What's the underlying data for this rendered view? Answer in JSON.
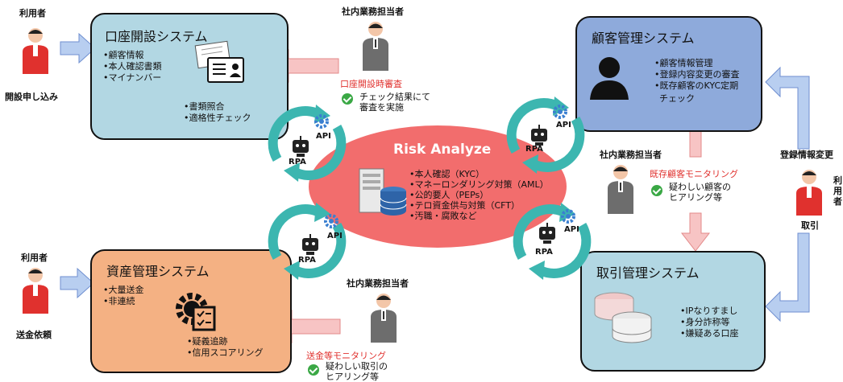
{
  "center": {
    "title": "Risk Analyze",
    "items": [
      "•本人確認（KYC）",
      "•マネーロンダリング対策（AML）",
      "•公的要人（PEPs）",
      "•テロ資金供与対策（CFT）",
      "•汚職・腐敗など"
    ]
  },
  "systems": {
    "account_opening": {
      "title": "口座開設システム",
      "items_a": [
        "顧客情報",
        "本人確認書類",
        "マイナンバー"
      ],
      "items_b": [
        "書類照合",
        "適格性チェック"
      ]
    },
    "customer_mgmt": {
      "title": "顧客管理システム",
      "items": [
        "顧客情報管理",
        "登録内容変更の審査",
        "既存顧客のKYC定期"
      ],
      "items_cont": "チェック"
    },
    "asset_mgmt": {
      "title": "資産管理システム",
      "items_a": [
        "大量送金",
        "非連続"
      ],
      "items_b": [
        "疑義追跡",
        "信用スコアリング"
      ]
    },
    "trade_mgmt": {
      "title": "取引管理システム",
      "items": [
        "IPなりすまし",
        "身分詐称等",
        "嫌疑ある口座"
      ]
    }
  },
  "users": {
    "top_left": {
      "label": "利用者",
      "caption": "開設申し込み"
    },
    "bottom_left": {
      "label": "利用者",
      "caption": "送金依頼"
    },
    "right": {
      "label": "利用者",
      "caption": "取引",
      "top_label": "登録情報変更"
    }
  },
  "staff": {
    "top": {
      "label": "社内業務担当者",
      "task": "口座開設時審査",
      "note1": "チェック結果にて",
      "note2": "審査を実施"
    },
    "middle": {
      "label": "社内業務担当者",
      "task": "既存顧客モニタリング",
      "note1": "疑わしい顧客の",
      "note2": "ヒアリング等"
    },
    "bottom": {
      "label": "社内業務担当者",
      "task": "送金等モニタリング",
      "note1": "疑わしい取引の",
      "note2": "ヒアリング等"
    }
  },
  "robots": {
    "rpa": "RPA",
    "api": "API"
  },
  "colors": {
    "blue_box": "#b2d7e3",
    "customer_box": "#8eaadb",
    "asset_box": "#f4b183",
    "trade_box": "#b2d7e3",
    "risk": "#f26d6d",
    "cycle": "#3cb6b0",
    "arrow_blue": "#b8cef0",
    "arrow_pink": "#f7c4c4"
  }
}
